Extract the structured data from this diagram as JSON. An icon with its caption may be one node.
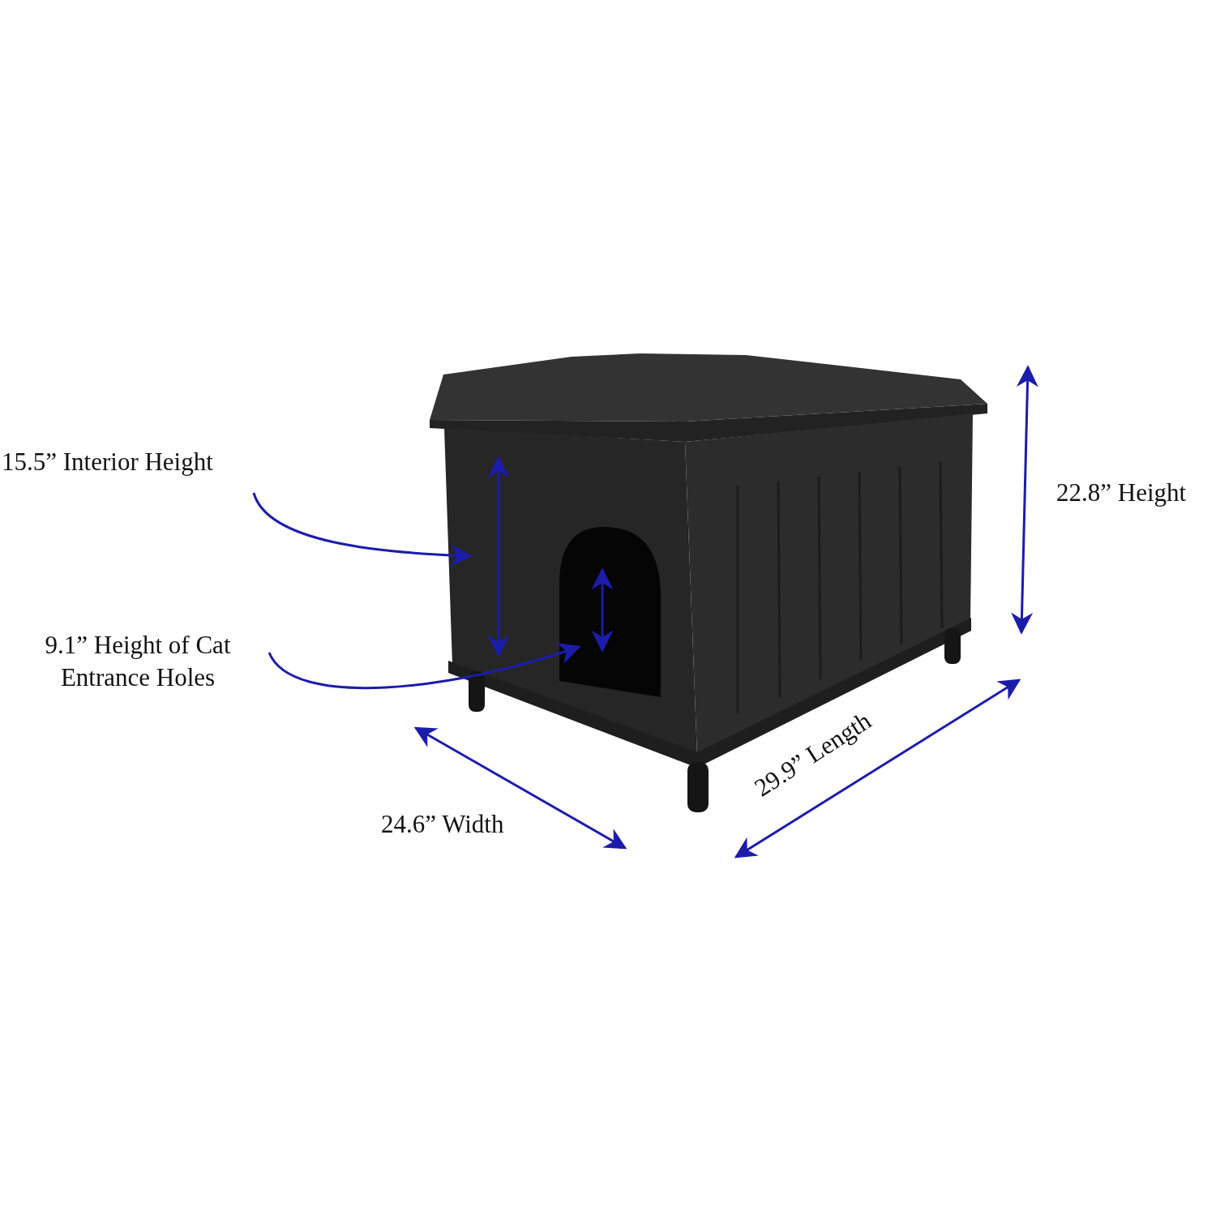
{
  "diagram": {
    "nodes": [
      {
        "text": [
          "15.5” Interior Height"
        ]
      },
      {
        "text": [
          "9.1” Height of Cat Entrance Holes"
        ]
      }
    ],
    "edges": [
      {
        "from": 0,
        "to": null,
        "arrow": "to"
      },
      {
        "from": 1,
        "to": null,
        "arrow": "to"
      }
    ],
    "labels": [
      "22.8” Height",
      "29.9” Length",
      "24.6” Width"
    ]
  }
}
